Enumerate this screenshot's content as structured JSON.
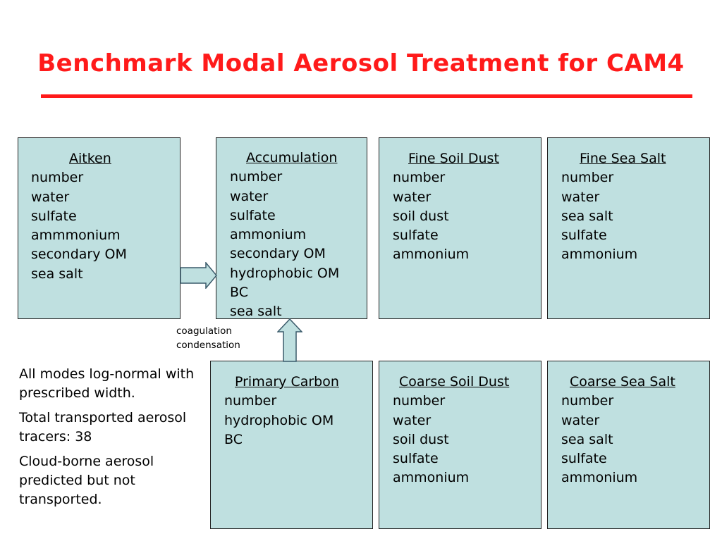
{
  "slide": {
    "title": "Benchmark Modal Aerosol Treatment for CAM4",
    "title_color": "#ff1a1a",
    "box_color": "#bfe0e0"
  },
  "modes": {
    "aitken": {
      "name": "Aitken",
      "species": [
        "number",
        "water",
        "sulfate",
        "ammmonium",
        "secondary OM",
        "sea salt"
      ]
    },
    "accumulation": {
      "name": "Accumulation",
      "species": [
        "number",
        "water",
        "sulfate",
        "ammonium",
        "secondary OM",
        "hydrophobic OM",
        "BC",
        "sea salt"
      ]
    },
    "fine_soil_dust": {
      "name": "Fine Soil Dust",
      "species": [
        "number",
        "water",
        "soil dust",
        "sulfate",
        "ammonium"
      ]
    },
    "fine_sea_salt": {
      "name": "Fine Sea Salt",
      "species": [
        "number",
        "water",
        "sea salt",
        "sulfate",
        "ammonium"
      ]
    },
    "primary_carbon": {
      "name": "Primary Carbon",
      "species": [
        "number",
        "hydrophobic OM",
        "BC"
      ]
    },
    "coarse_soil_dust": {
      "name": "Coarse Soil Dust",
      "species": [
        "number",
        "water",
        "soil dust",
        "sulfate",
        "ammonium"
      ]
    },
    "coarse_sea_salt": {
      "name": "Coarse Sea Salt",
      "species": [
        "number",
        "water",
        "sea salt",
        "sulfate",
        "ammonium"
      ]
    }
  },
  "process_labels": [
    "coagulation",
    "condensation"
  ],
  "notes": [
    "All modes log-normal with prescribed width.",
    "Total transported aerosol tracers: 38",
    "Cloud-borne aerosol predicted but not transported."
  ]
}
